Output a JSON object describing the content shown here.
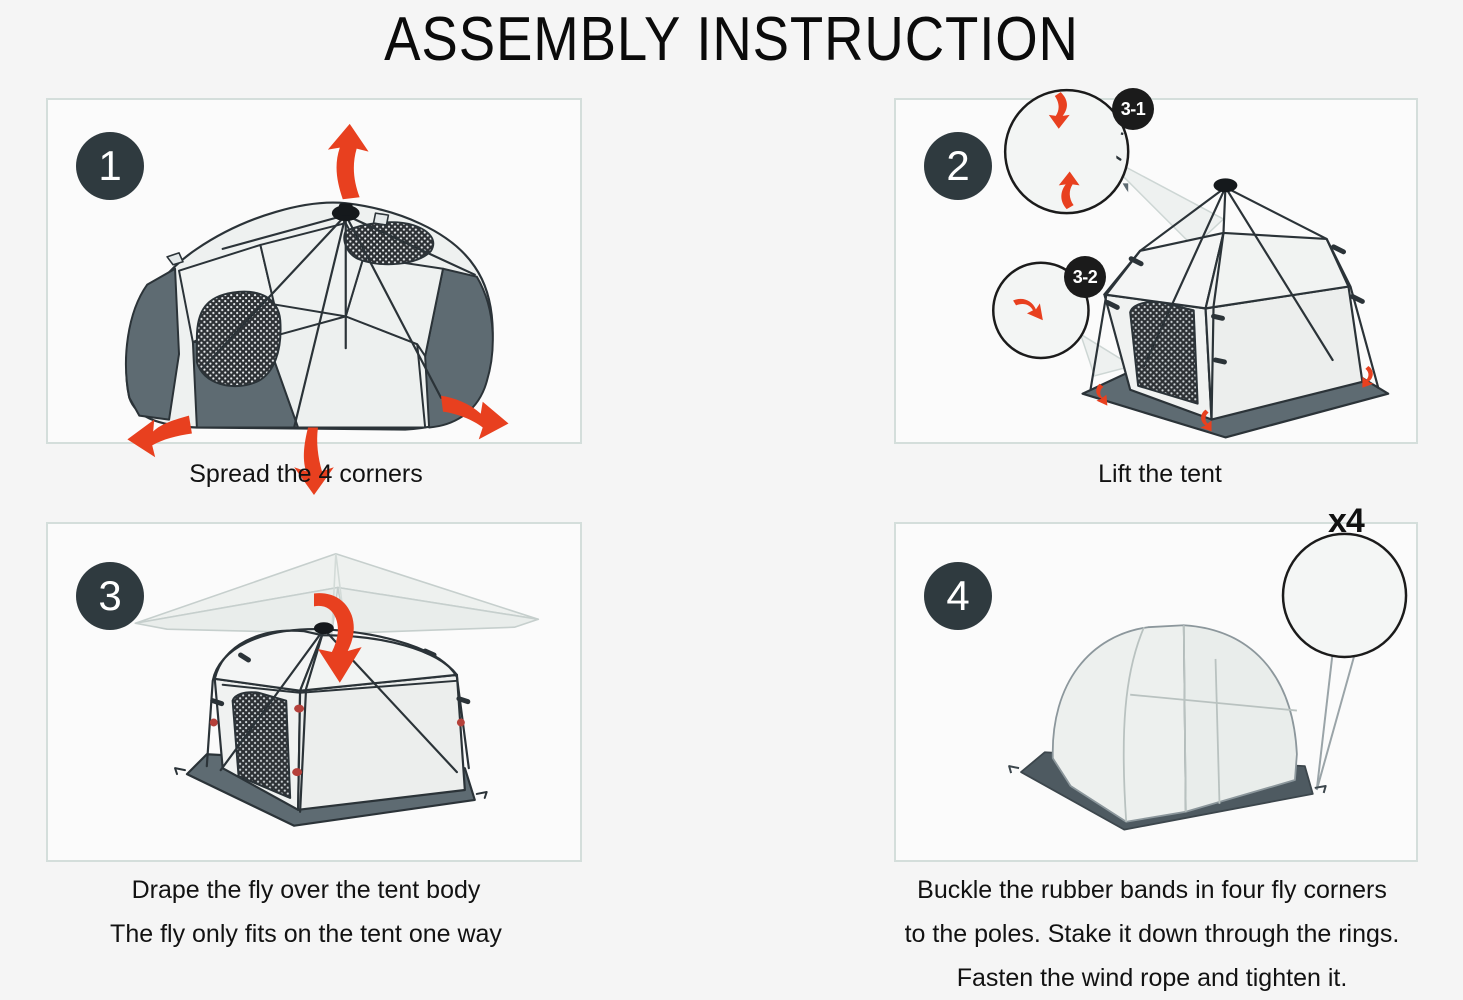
{
  "document": {
    "title": "ASSEMBLY INSTRUCTION",
    "background_color": "#f5f5f5",
    "panel_border_color": "#d4dedb",
    "badge_color": "#2f3a3f",
    "arrow_color": "#e8401f",
    "tent_fabric_color": "#eef1f0",
    "tent_shade_color": "#5e6b72",
    "mesh_color": "#2d3135",
    "pole_color": "#2b3338"
  },
  "panels": [
    {
      "number": "1",
      "badge_label": "1",
      "caption_lines": [
        "Spread the 4 corners"
      ],
      "figure": "collapsed-tent-spread-corners",
      "arrows": 4,
      "callouts": []
    },
    {
      "number": "2",
      "badge_label": "2",
      "caption_lines": [
        "Lift the tent"
      ],
      "figure": "tent-lifted-with-detail-callouts",
      "arrows": 5,
      "callouts": [
        {
          "label": "3-1",
          "detail": "hub-pole-push-up"
        },
        {
          "label": "3-2",
          "detail": "corner-leg-lock"
        }
      ]
    },
    {
      "number": "3",
      "badge_label": "3",
      "caption_lines": [
        "Drape the fly over the tent body",
        "The fly only fits on the tent one way"
      ],
      "figure": "rainfly-draped-over-tent",
      "arrows": 1,
      "callouts": []
    },
    {
      "number": "4",
      "badge_label": "4",
      "caption_lines": [
        "Buckle the rubber bands in four fly corners",
        "to the poles. Stake it down through the rings.",
        "Fasten the wind rope and tighten it."
      ],
      "figure": "finished-tent-with-buckle-callout",
      "arrows": 0,
      "quantity_label": "x4",
      "callouts": [
        {
          "label": "x4",
          "detail": "rubber-band-buckle-to-pole"
        }
      ]
    }
  ]
}
